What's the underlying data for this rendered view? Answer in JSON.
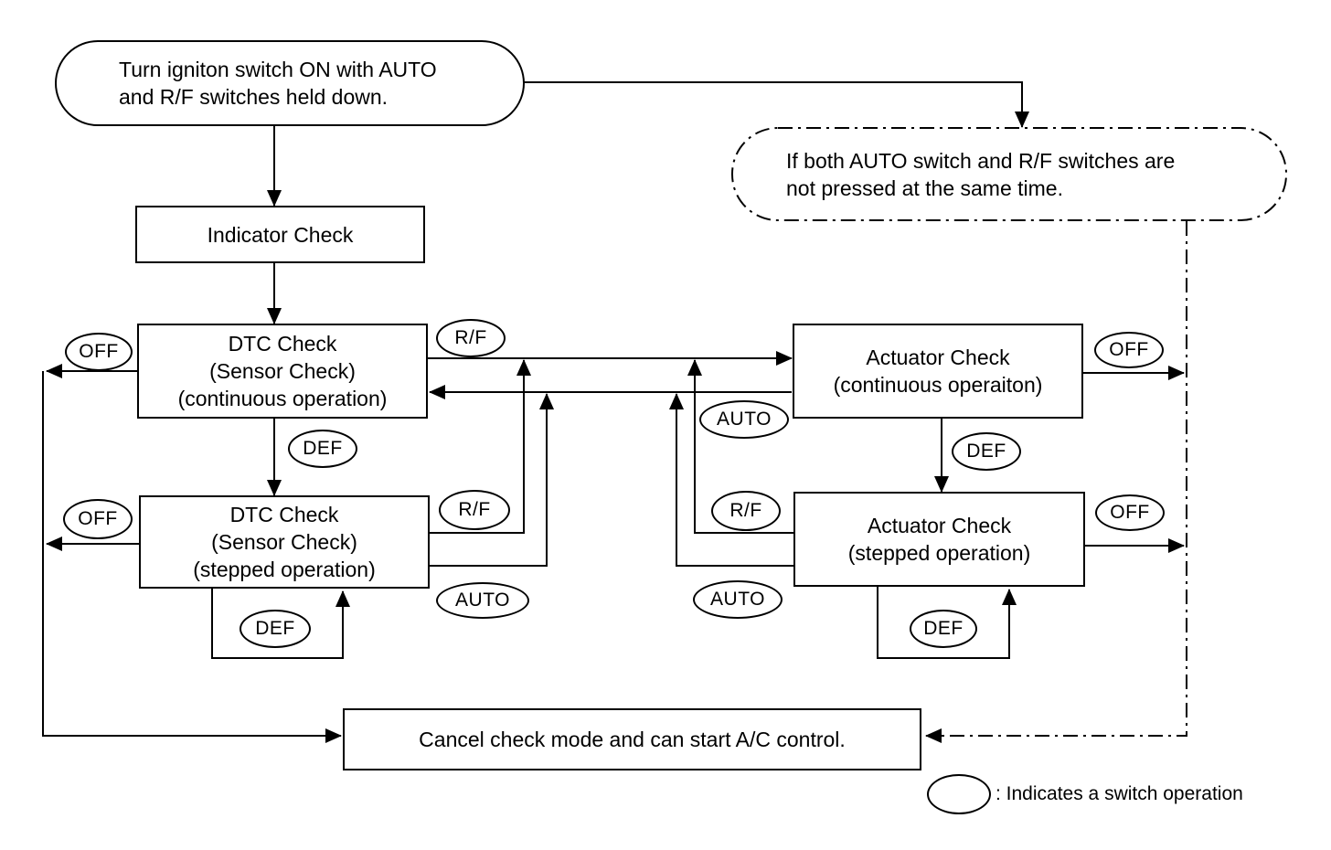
{
  "diagram": {
    "nodes": {
      "start": {
        "line1": "Turn igniton switch ON with AUTO",
        "line2": "and R/F switches held down."
      },
      "condition": {
        "line1": "If both AUTO switch and R/F switches are",
        "line2": "not pressed at the same time."
      },
      "indicator": {
        "label": "Indicator Check"
      },
      "dtc_continuous": {
        "line1": "DTC Check",
        "line2": "(Sensor Check)",
        "line3": "(continuous operation)"
      },
      "dtc_stepped": {
        "line1": "DTC Check",
        "line2": "(Sensor Check)",
        "line3": "(stepped operation)"
      },
      "actuator_continuous": {
        "line1": "Actuator Check",
        "line2": "(continuous operaiton)"
      },
      "actuator_stepped": {
        "line1": "Actuator Check",
        "line2": "(stepped operation)"
      },
      "cancel": {
        "label": "Cancel check mode and can start A/C control."
      }
    },
    "switches": {
      "off": "OFF",
      "rf": "R/F",
      "auto": "AUTO",
      "def": "DEF"
    },
    "legend": {
      "text": ": Indicates a switch operation"
    },
    "colors": {
      "line": "#000000",
      "background": "#ffffff"
    }
  }
}
